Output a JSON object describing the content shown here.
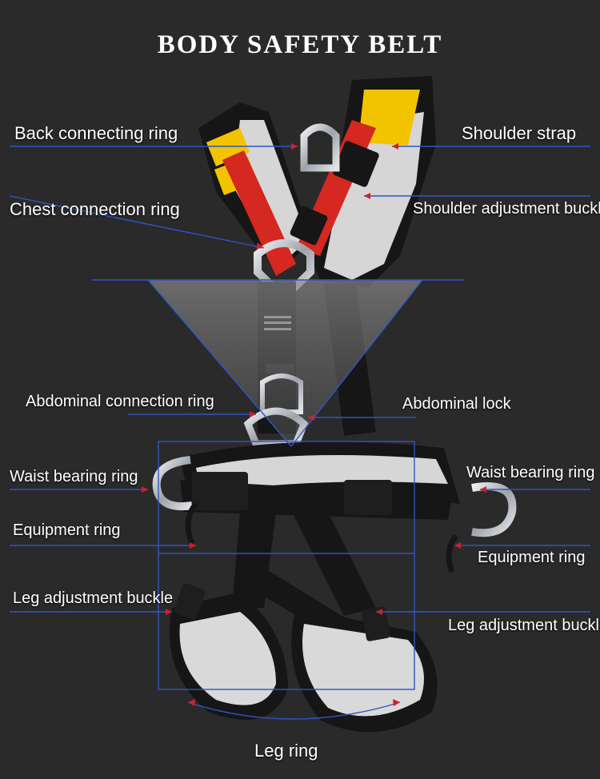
{
  "title": "BODY SAFETY BELT",
  "colors": {
    "background": "#2b2a2b",
    "leader_line": "#2e55c8",
    "arrow": "#d0202a",
    "strap_red": "#d42820",
    "strap_black": "#161616",
    "pad_yellow": "#f2c400",
    "pad_grey": "#d9d9d9",
    "metal": "#b8bcc2"
  },
  "labels": {
    "back_connecting_ring": "Back connecting ring",
    "shoulder_strap": "Shoulder strap",
    "chest_connection_ring": "Chest connection ring",
    "shoulder_adjustment_buckle": "Shoulder adjustment buckle",
    "abdominal_connection_ring": "Abdominal connection ring",
    "abdominal_lock": "Abdominal lock",
    "waist_bearing_ring_left": "Waist bearing ring",
    "waist_bearing_ring_right": "Waist bearing ring",
    "equipment_ring_left": "Equipment ring",
    "equipment_ring_right": "Equipment ring",
    "leg_adjustment_buckle_left": "Leg adjustment buckle",
    "leg_adjustment_buckle_right": "Leg adjustment buckle",
    "leg_ring": "Leg ring"
  }
}
